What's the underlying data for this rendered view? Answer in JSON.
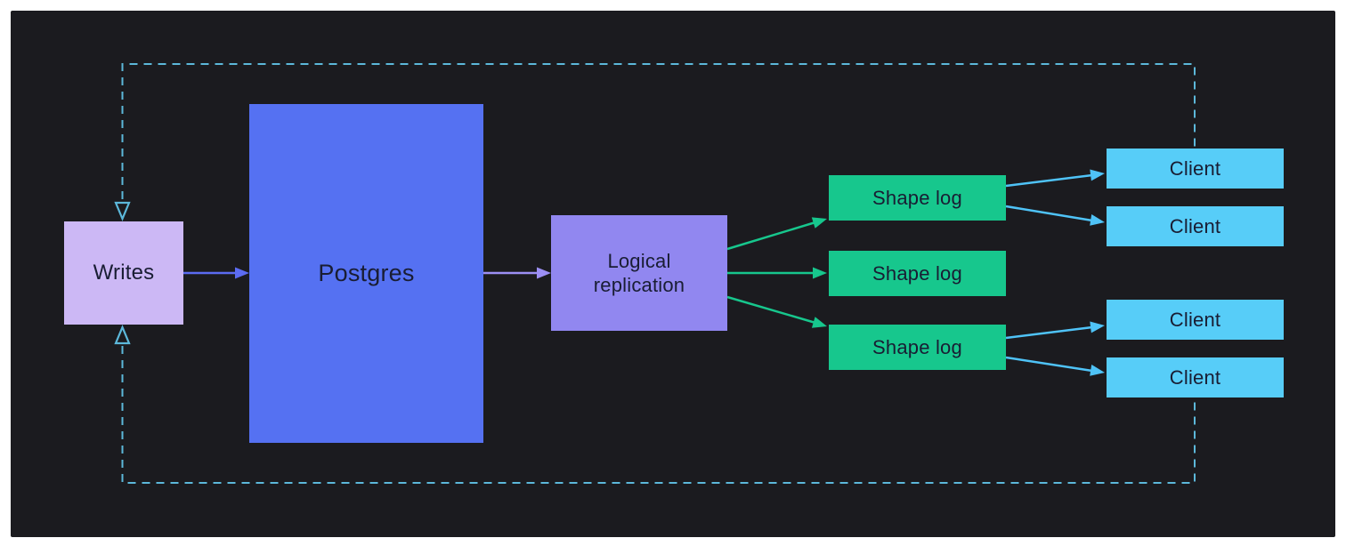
{
  "nodes": {
    "writes": {
      "label": "Writes"
    },
    "postgres": {
      "label": "Postgres"
    },
    "logical_replication": {
      "label": "Logical replication"
    },
    "shape_logs": [
      {
        "label": "Shape log"
      },
      {
        "label": "Shape log"
      },
      {
        "label": "Shape log"
      }
    ],
    "clients": [
      {
        "label": "Client"
      },
      {
        "label": "Client"
      },
      {
        "label": "Client"
      },
      {
        "label": "Client"
      }
    ]
  },
  "colors": {
    "page_bg": "#ffffff",
    "panel_bg": "#1b1b1f",
    "writes_fill": "#ccb8f5",
    "postgres_fill": "#5571f2",
    "replication_fill": "#9187f0",
    "shape_log_fill": "#17c78d",
    "client_fill": "#57cdf8",
    "arrow_indigo": "#5c6cf2",
    "arrow_purple": "#9c8ff5",
    "arrow_green": "#17c78d",
    "arrow_blue": "#4fc3f7",
    "dashed_loop": "#5cb8da",
    "node_text": "#191d33"
  }
}
